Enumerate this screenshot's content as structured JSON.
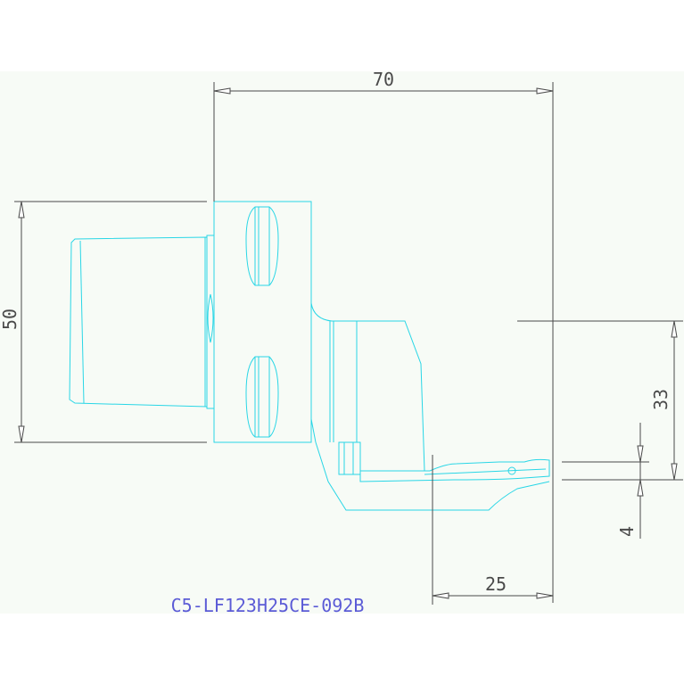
{
  "drawing": {
    "background": "#ffffff",
    "paper": "#f7fbf6",
    "outline_color": "#29d6e6",
    "dimension_color": "#4a4a4a",
    "label_color": "#5b5bd6",
    "part_number": "C5-LF123H25CE-092B",
    "dimensions": {
      "overall_length": "70",
      "shank_height": "50",
      "edge_height": "33",
      "head_length": "25",
      "insert_width": "4"
    }
  }
}
